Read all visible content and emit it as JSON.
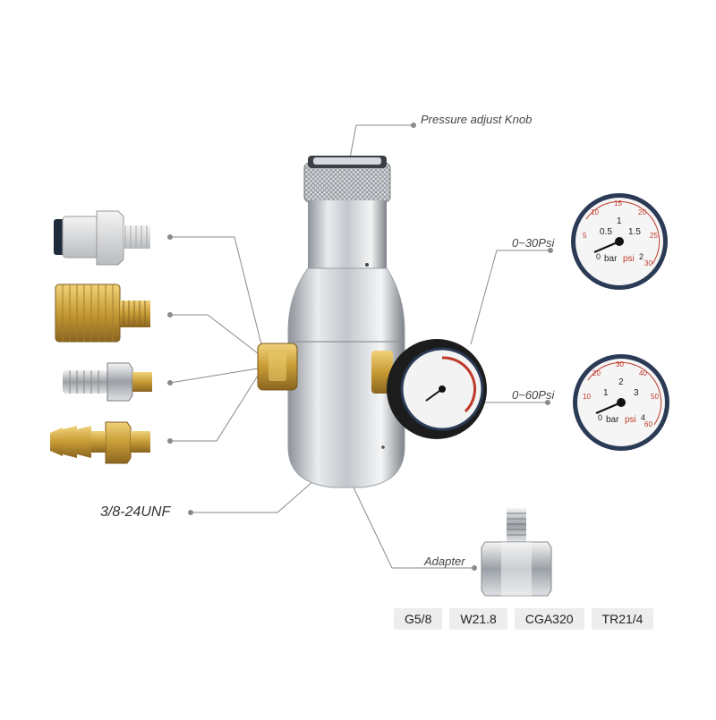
{
  "labels": {
    "knob": "Pressure adjust Knob",
    "range30": "0~30Psi",
    "range60": "0~60Psi",
    "thread": "3/8-24UNF",
    "adapter": "Adapter"
  },
  "adapter_types": [
    "G5/8",
    "W21.8",
    "CGA320",
    "TR21/4"
  ],
  "gauge_small": {
    "units": [
      "bar",
      "psi"
    ],
    "bar_ticks": [
      "0",
      "0.5",
      "1",
      "1.5",
      "2"
    ],
    "psi_ticks": [
      "5",
      "10",
      "15",
      "20",
      "25",
      "30"
    ]
  },
  "gauge_large": {
    "units": [
      "bar",
      "psi"
    ],
    "bar_ticks": [
      "0",
      "1",
      "2",
      "3",
      "4"
    ],
    "psi_ticks": [
      "10",
      "20",
      "30",
      "40",
      "50",
      "60"
    ]
  },
  "colors": {
    "silver": "#c9ccd0",
    "brass": "#c9a03e",
    "gauge_red": "#c0392b",
    "rim_blue": "#2b3a55",
    "line": "#8a8a8a"
  }
}
